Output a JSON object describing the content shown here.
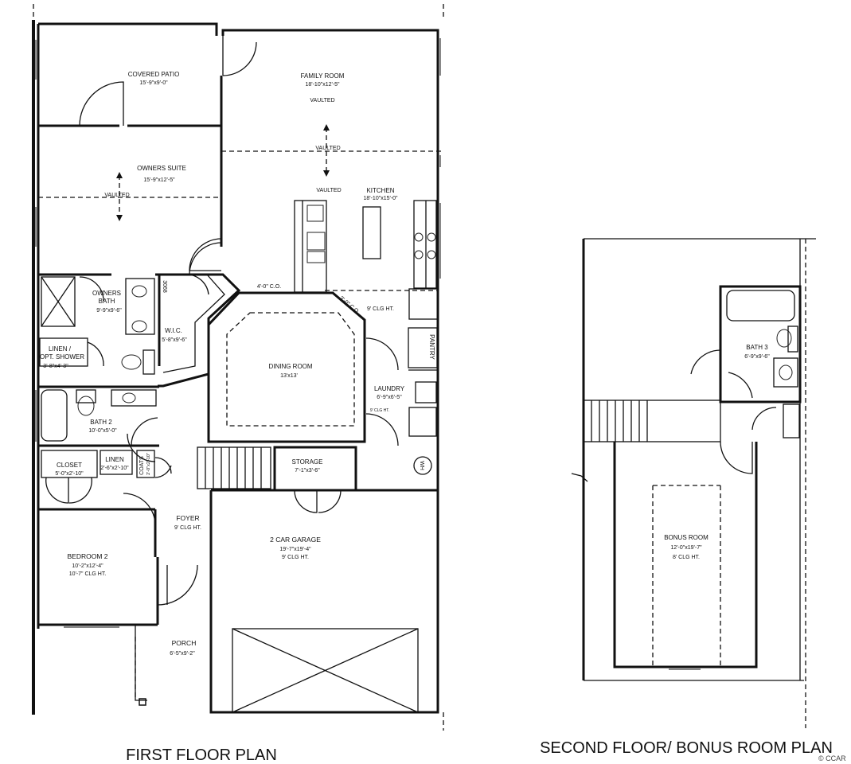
{
  "first_floor": {
    "title": "FIRST FLOOR PLAN",
    "rooms": {
      "covered_patio": {
        "name": "COVERED PATIO",
        "dims": "15'-9\"x9'-0\""
      },
      "family_room": {
        "name": "FAMILY ROOM",
        "dims": "18'-10\"x12'-5\"",
        "note": "VAULTED"
      },
      "vaulted_mid": "VAULTED",
      "owners_suite": {
        "name": "OWNERS SUITE",
        "dims": "15'-9\"x12'-5\"",
        "note": "VAULTED"
      },
      "kitchen": {
        "name": "KITCHEN",
        "dims": "18'-10\"x15'-0\"",
        "note": "VAULTED"
      },
      "owners_bath": {
        "name1": "OWNERS",
        "name2": "BATH",
        "dims": "9'-9\"x9'-6\""
      },
      "wic": {
        "name": "W.I.C.",
        "dims": "5'-8\"x9'-6\""
      },
      "linen_shower": {
        "name1": "LINEN /",
        "name2": "OPT. SHOWER",
        "dims": "3'-8\"x4'-3\""
      },
      "door_3068": "3068",
      "co_4": "4'-0\" C.O.",
      "co_3": "3'-0\" C.O.",
      "clg_9_kitchen": "9' CLG HT.",
      "pantry": "PANTRY",
      "dining_room": {
        "name": "DINING ROOM",
        "dims": "13'x13'"
      },
      "laundry": {
        "name": "LAUNDRY",
        "dims": "6'-9\"x6'-5\"",
        "clg": "9' CLG HT."
      },
      "bath2": {
        "name": "BATH 2",
        "dims": "10'-0\"x5'-0\""
      },
      "closet": {
        "name": "CLOSET",
        "dims": "5'-0\"x2'-10\""
      },
      "linen": {
        "name": "LINEN",
        "dims": "2'-6\"x2'-10\""
      },
      "coats": {
        "name": "COATS",
        "dims": "2'-0\"x2'-10\""
      },
      "storage": {
        "name": "STORAGE",
        "dims": "7'-1\"x3'-6\""
      },
      "wh": "WH",
      "foyer": {
        "name": "FOYER",
        "clg": "9' CLG HT."
      },
      "garage": {
        "name": "2 CAR GARAGE",
        "dims": "19'-7\"x19'-4\"",
        "clg": "9' CLG HT."
      },
      "bedroom2": {
        "name": "BEDROOM 2",
        "dims": "10'-2\"x12'-4\"",
        "clg": "10'-7\" CLG HT."
      },
      "porch": {
        "name": "PORCH",
        "dims": "6'-5\"x9'-2\""
      }
    }
  },
  "second_floor": {
    "title": "SECOND FLOOR/ BONUS ROOM PLAN",
    "rooms": {
      "bath3": {
        "name": "BATH 3",
        "dims": "6'-9\"x9'-6\""
      },
      "bonus_room": {
        "name": "BONUS ROOM",
        "dims": "12'-0\"x19'-7\"",
        "clg": "8' CLG HT."
      }
    }
  },
  "watermark": "© CCAR"
}
